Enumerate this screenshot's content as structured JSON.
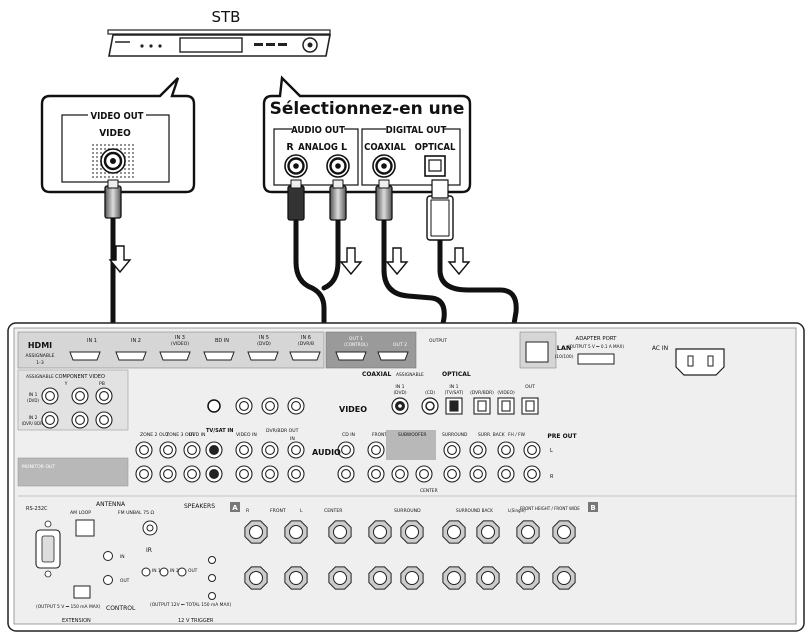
{
  "stb_label": "STB",
  "selection_banner": "Sélectionnez-en une",
  "stb_video_panel": {
    "group": "VIDEO OUT",
    "jack": "VIDEO"
  },
  "stb_audio_panel": {
    "audio_group": "AUDIO OUT",
    "analog_r": "R",
    "analog": "ANALOG",
    "analog_l": "L",
    "digital_group": "DIGITAL OUT",
    "coaxial": "COAXIAL",
    "optical": "OPTICAL"
  },
  "receiver": {
    "hdmi": {
      "title": "HDMI",
      "assignable": "ASSIGNABLE",
      "assignable_nums": "1-3",
      "in1": "IN 1",
      "in2": "IN 2",
      "in3": "IN 3",
      "in3_sub": "(VIDEO)",
      "bd_in": "BD IN",
      "in5": "IN 5",
      "in5_sub": "(DVD)",
      "in6": "IN 6",
      "in6_sub": "(DVR/B",
      "out1": "OUT 1",
      "out1_sub": "(CONTROL)",
      "out2": "OUT 2"
    },
    "output_note": "OUTPUT",
    "lan": "LAN",
    "lan_sub": "(10/100)",
    "adapter_port": "ADAPTER PORT",
    "adapter_note": "(OUTPUT 5 V ⎓ 0.1 A MAX)",
    "ac_in": "AC IN",
    "component": "COMPONENT VIDEO",
    "assignable2": "ASSIGNABLE",
    "comp_y": "Y",
    "comp_pb": "PB",
    "comp_in1": "IN 1",
    "comp_in1_sub": "(DVD)",
    "comp_in2": "IN 2",
    "comp_in2_sub": "(DVR/ BDR)",
    "zone2_out": "ZONE 2 OUT",
    "zone3_out": "ZONE 3 OUT",
    "dvd_in": "DVD IN",
    "tv_sat_in": "TV/SAT IN",
    "video_in": "VIDEO IN",
    "dvrbdr_out": "DVR/BDR OUT",
    "dvrbdr_in": "IN",
    "video_label": "VIDEO",
    "audio_label": "AUDIO",
    "cd_in": "CD IN",
    "monitor_out": "MONITOR OUT",
    "coaxial": "COAXIAL",
    "assignable3": "ASSIGNABLE",
    "coax_in1": "IN 1",
    "coax_in1_sub": "(DVD)",
    "coax_in2": "(CD)",
    "optical": "OPTICAL",
    "opt_in1": "IN 1",
    "opt_in1_sub": "(TV/SAT)",
    "opt_in2": "(DVR/BDR)",
    "opt_in3": "(VIDEO)",
    "opt_out": "OUT",
    "pre_out": "PRE OUT",
    "pre_front": "FRONT",
    "pre_sub": "SUBWOOFER",
    "pre_surround": "SURROUND",
    "pre_surr_back": "SURR. BACK",
    "pre_fh_fw": "FH / FW",
    "pre_center": "CENTER",
    "pre_l": "L",
    "pre_r": "R",
    "rs232c": "RS-232C",
    "antenna": "ANTENNA",
    "am_loop": "AM LOOP",
    "fm_unbal": "FM UNBAL 75 Ω",
    "speakers": "SPEAKERS",
    "spk_a": "A",
    "spk_b": "B",
    "spk_front": "FRONT",
    "spk_center": "CENTER",
    "spk_surround": "SURROUND",
    "spk_surround_back": "SURROUND BACK",
    "spk_single": "L(Single)",
    "spk_fh_fw": "FRONT HEIGHT / FRONT WIDE",
    "spk_r": "R",
    "spk_l": "L",
    "ir": "IR",
    "ir_in1": "IN 1",
    "ir_in2": "IN 2",
    "ir_out": "OUT",
    "control": "CONTROL",
    "ctrl_in": "IN",
    "ctrl_out": "OUT",
    "trigger_note": "(OUTPUT 12V ⎓ TOTAL 150 mA MAX)",
    "trigger": "12 V TRIGGER",
    "extension_note": "(OUTPUT 5 V ⎓ 150 mA MAX)",
    "extension": "EXTENSION"
  }
}
